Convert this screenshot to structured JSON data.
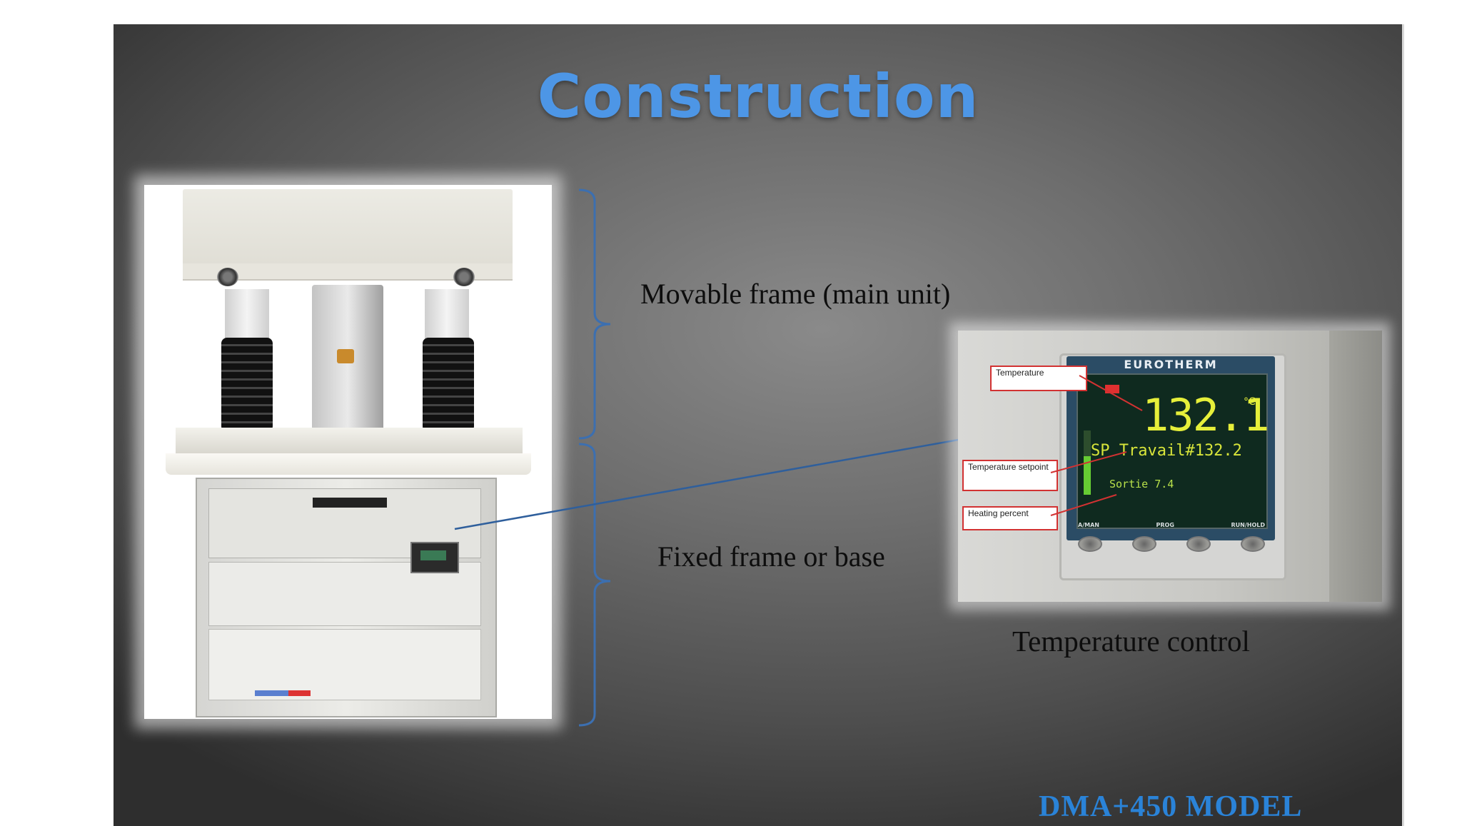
{
  "slide": {
    "title": "Construction",
    "labels": {
      "movable": "Movable frame (main unit)",
      "fixed": "Fixed frame or base",
      "temperature_control": "Temperature control"
    },
    "model": "DMA+450 MODEL"
  },
  "controller": {
    "brand": "EUROTHERM",
    "reading": "132.1",
    "unit": "°C",
    "setpoint_line": "SP Travail#132.2",
    "output_line": "Sortie 7.4",
    "key_labels": [
      "A/MAN",
      "PROG",
      "RUN/HOLD"
    ],
    "callouts": {
      "temperature": "Temperature",
      "setpoint": "Temperature setpoint",
      "heating": "Heating percent"
    }
  },
  "colors": {
    "title": "#4d96e6",
    "model": "#2a83d8",
    "bracket": "#3c6fb0",
    "arrow": "#2f5f9c",
    "callout_border": "#d23232"
  }
}
